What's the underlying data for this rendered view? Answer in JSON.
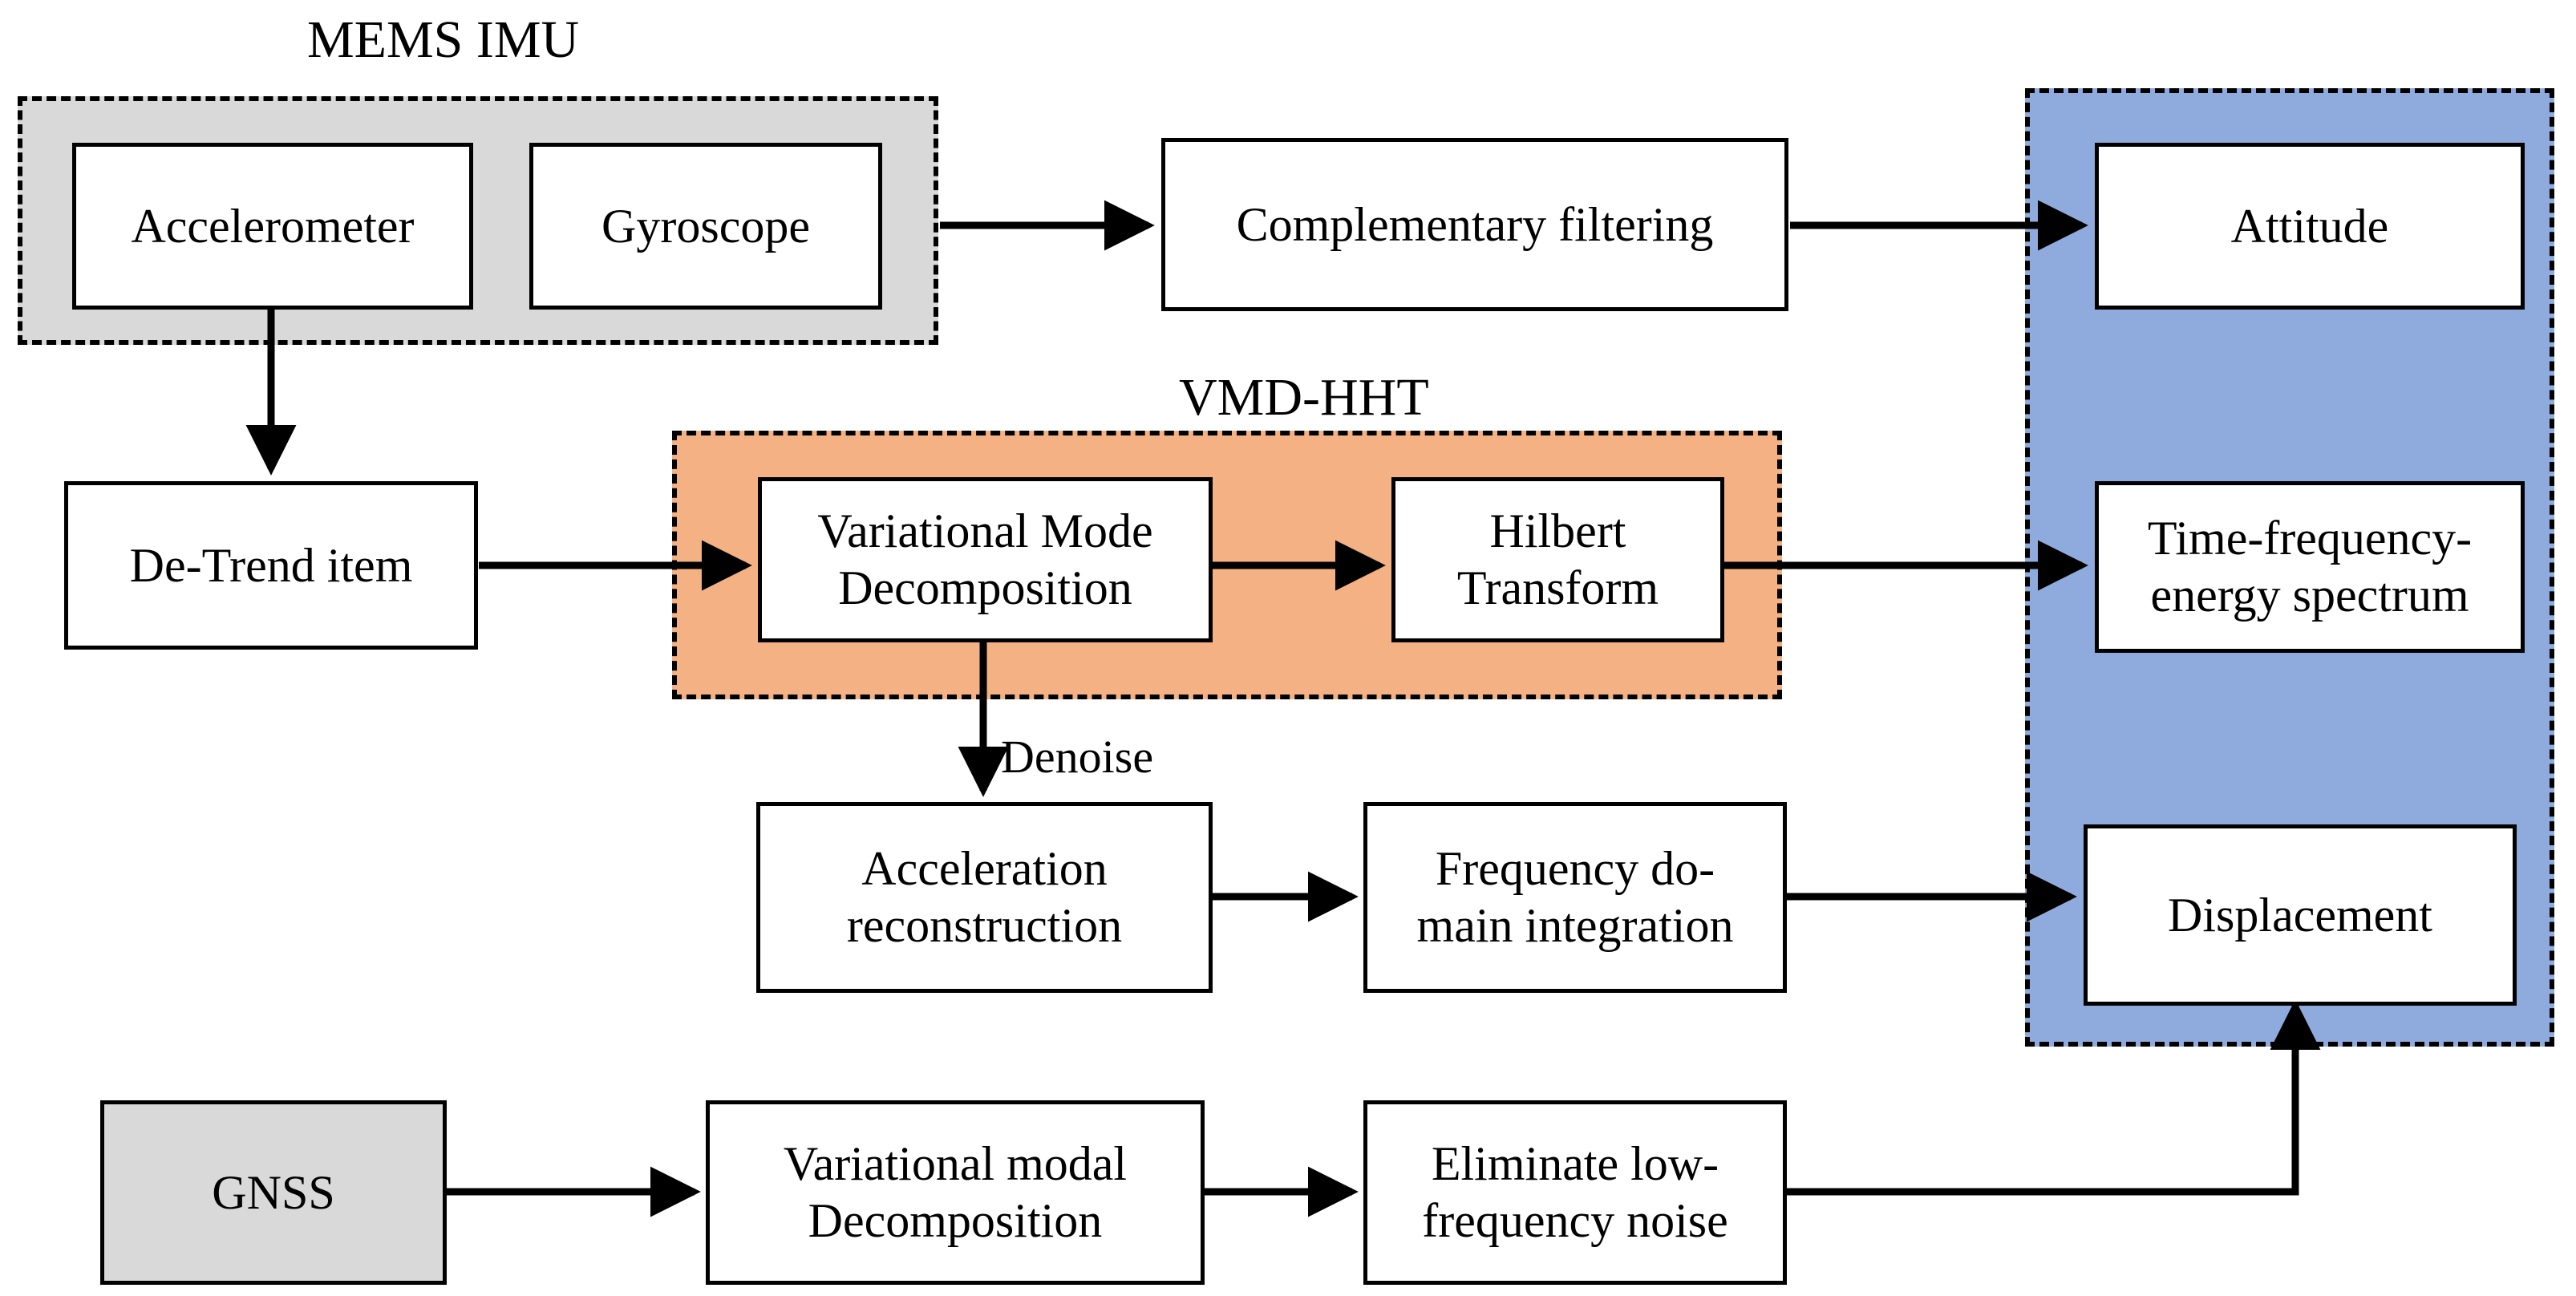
{
  "diagram": {
    "title_text": "MEMS IMU / VMD-HHT sensor fusion flowchart",
    "colors": {
      "imu_panel_fill": "#D9D9D9",
      "vmd_panel_fill": "#F4B183",
      "output_panel_fill": "#8FAADC",
      "node_fill": "#FFFFFF",
      "gnss_fill": "#D9D9D9",
      "stroke": "#000000"
    }
  },
  "groups": {
    "mems_imu": {
      "label": "MEMS IMU",
      "fill": "#D9D9D9"
    },
    "vmd_hht": {
      "label": "VMD-HHT",
      "fill": "#F4B183"
    },
    "outputs": {
      "label": "",
      "fill": "#8FAADC"
    }
  },
  "nodes": {
    "accelerometer": {
      "label": "Accelerometer"
    },
    "gyroscope": {
      "label": "Gyroscope"
    },
    "complementary_filtering": {
      "label": "Complementary filtering"
    },
    "attitude": {
      "label": "Attitude"
    },
    "de_trend_item": {
      "label": "De-Trend item"
    },
    "variational_mode_decomposition": {
      "label": "Variational Mode\nDecomposition"
    },
    "hilbert_transform": {
      "label": "Hilbert\nTransform"
    },
    "time_frequency_energy_spectrum": {
      "label": "Time-frequency-\nenergy spectrum"
    },
    "acceleration_reconstruction": {
      "label": "Acceleration\nreconstruction"
    },
    "frequency_domain_integration": {
      "label": "Frequency do-\nmain integration"
    },
    "displacement": {
      "label": "Displacement"
    },
    "gnss": {
      "label": "GNSS"
    },
    "variational_modal_decomposition": {
      "label": "Variational modal\nDecomposition"
    },
    "eliminate_low_frequency_noise": {
      "label": "Eliminate low-\nfrequency noise"
    }
  },
  "edge_labels": {
    "denoise": "Denoise"
  },
  "edges": [
    {
      "from": "gyroscope",
      "to": "complementary_filtering",
      "label": ""
    },
    {
      "from": "complementary_filtering",
      "to": "attitude",
      "label": ""
    },
    {
      "from": "accelerometer",
      "to": "de_trend_item",
      "label": ""
    },
    {
      "from": "de_trend_item",
      "to": "variational_mode_decomposition",
      "label": ""
    },
    {
      "from": "variational_mode_decomposition",
      "to": "hilbert_transform",
      "label": ""
    },
    {
      "from": "hilbert_transform",
      "to": "time_frequency_energy_spectrum",
      "label": ""
    },
    {
      "from": "variational_mode_decomposition",
      "to": "acceleration_reconstruction",
      "label": "Denoise"
    },
    {
      "from": "acceleration_reconstruction",
      "to": "frequency_domain_integration",
      "label": ""
    },
    {
      "from": "frequency_domain_integration",
      "to": "displacement",
      "label": ""
    },
    {
      "from": "gnss",
      "to": "variational_modal_decomposition",
      "label": ""
    },
    {
      "from": "variational_modal_decomposition",
      "to": "eliminate_low_frequency_noise",
      "label": ""
    },
    {
      "from": "eliminate_low_frequency_noise",
      "to": "displacement",
      "label": ""
    }
  ]
}
